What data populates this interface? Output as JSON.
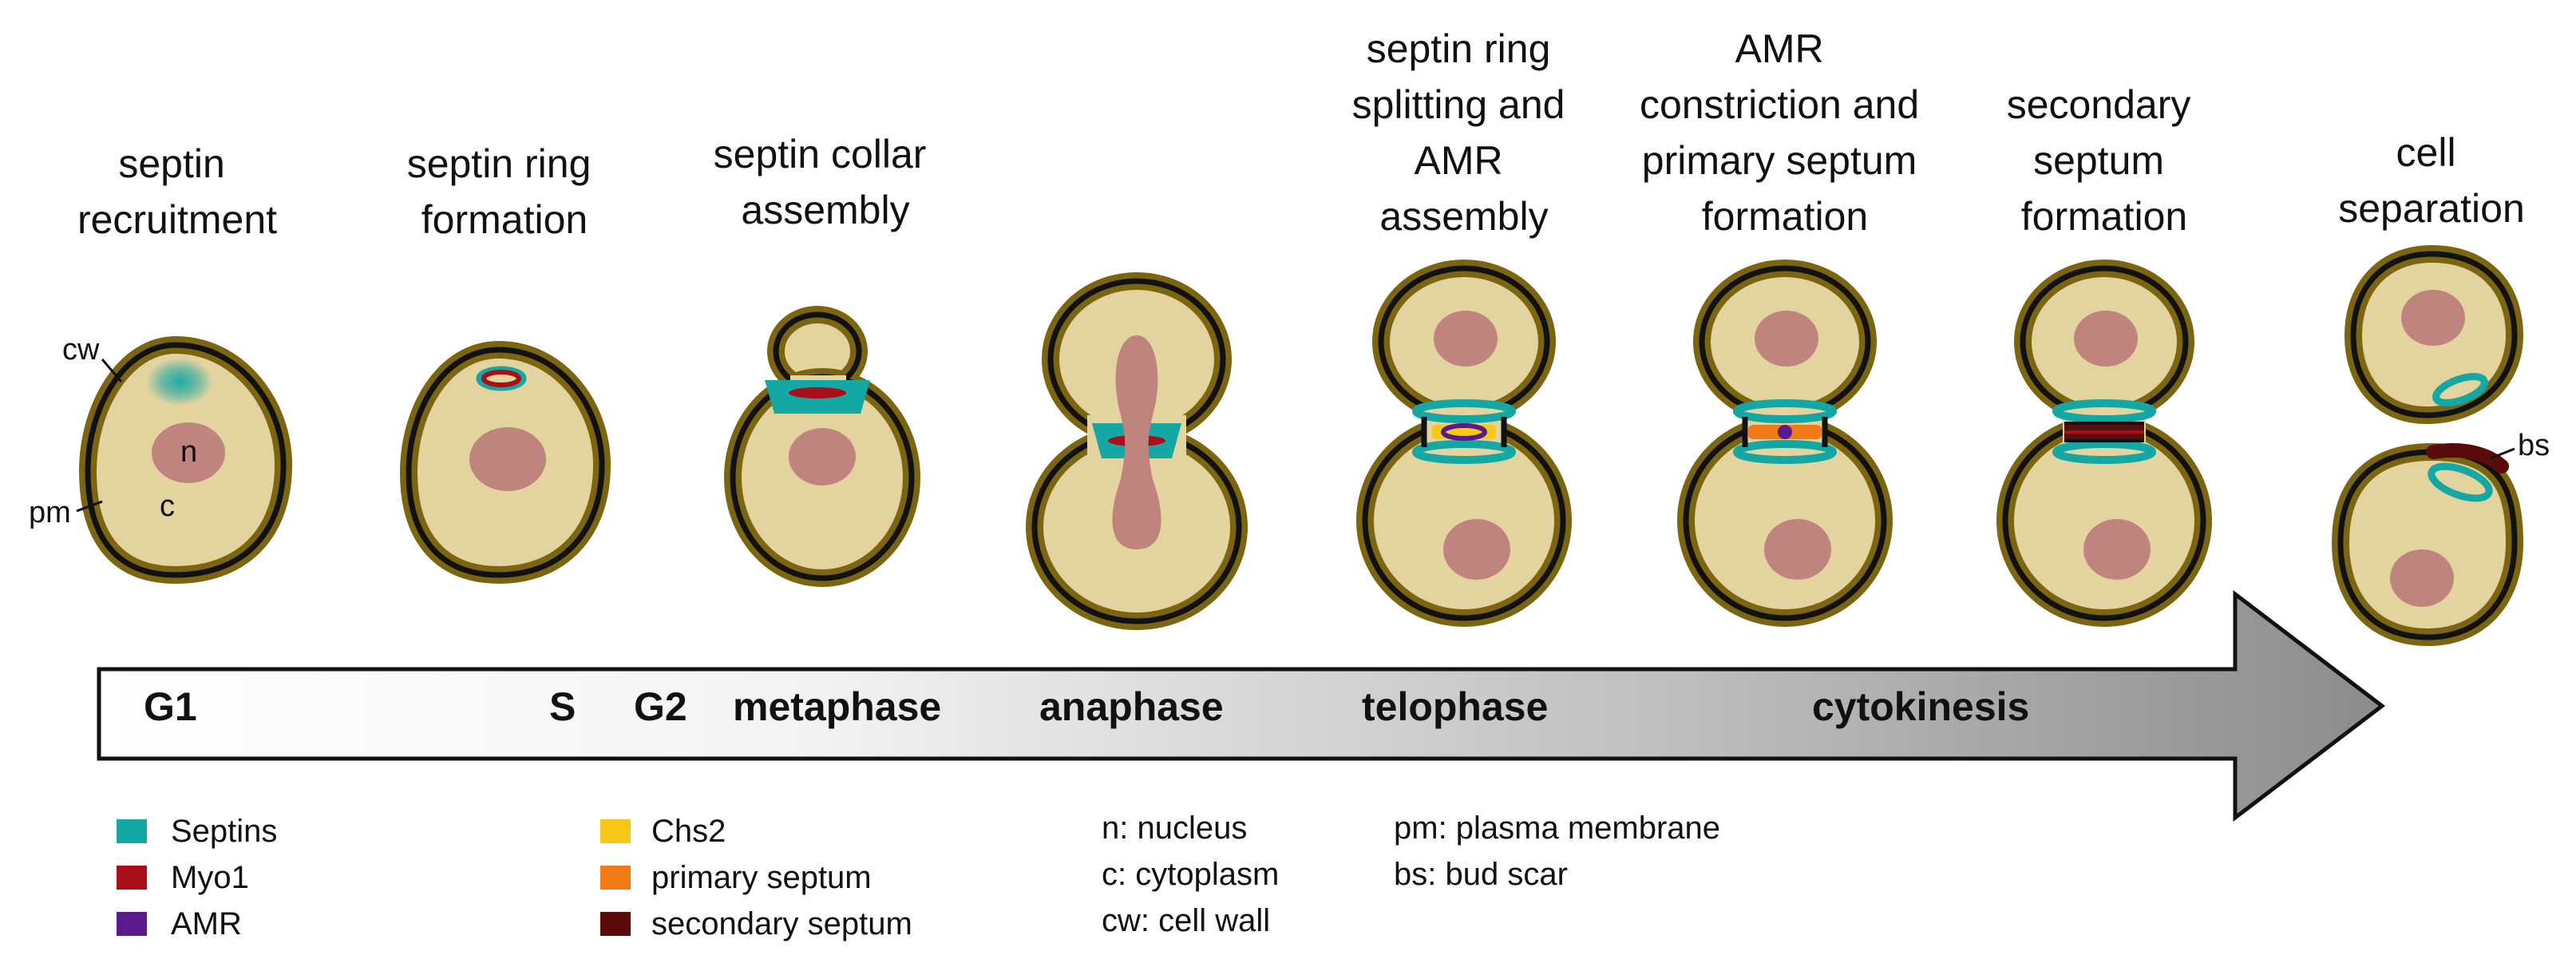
{
  "stages": [
    {
      "lines": [
        "septin",
        "recruitment"
      ]
    },
    {
      "lines": [
        "septin ring",
        "formation"
      ]
    },
    {
      "lines": [
        "septin collar",
        "assembly"
      ]
    },
    {
      "lines": []
    },
    {
      "lines": [
        "septin ring",
        "splitting and",
        "AMR",
        "assembly"
      ]
    },
    {
      "lines": [
        "AMR",
        "constriction and",
        "primary septum",
        "formation"
      ]
    },
    {
      "lines": [
        "secondary",
        "septum",
        "formation"
      ]
    },
    {
      "lines": [
        "cell",
        "separation"
      ]
    }
  ],
  "phases": [
    "G1",
    "S",
    "G2",
    "metaphase",
    "anaphase",
    "telophase",
    "cytokinesis"
  ],
  "labels": {
    "cw": "cw",
    "pm": "pm",
    "n": "n",
    "c": "c",
    "bs": "bs"
  },
  "legend": {
    "markers": [
      {
        "label": "Septins",
        "color": "#15A7A3"
      },
      {
        "label": "Myo1",
        "color": "#A80F18"
      },
      {
        "label": "AMR",
        "color": "#5A1A8C"
      },
      {
        "label": "Chs2",
        "color": "#F8C818"
      },
      {
        "label": "primary septum",
        "color": "#F07A18"
      },
      {
        "label": "secondary septum",
        "color": "#5A0B0B"
      }
    ],
    "abbreviations": [
      "n: nucleus",
      "c: cytoplasm",
      "cw: cell wall",
      "pm: plasma membrane",
      "bs: bud scar"
    ]
  },
  "colors": {
    "cell_wall": "#7B6510",
    "membrane": "#111111",
    "cytoplasm": "#E3D39F",
    "nucleus": "#C0847E",
    "septin": "#15A7A3",
    "myo1": "#A80F18",
    "amr": "#5A1A8C",
    "chs2": "#F8C818",
    "primary_septum": "#F07A18",
    "secondary_septum": "#5A0B0B"
  }
}
